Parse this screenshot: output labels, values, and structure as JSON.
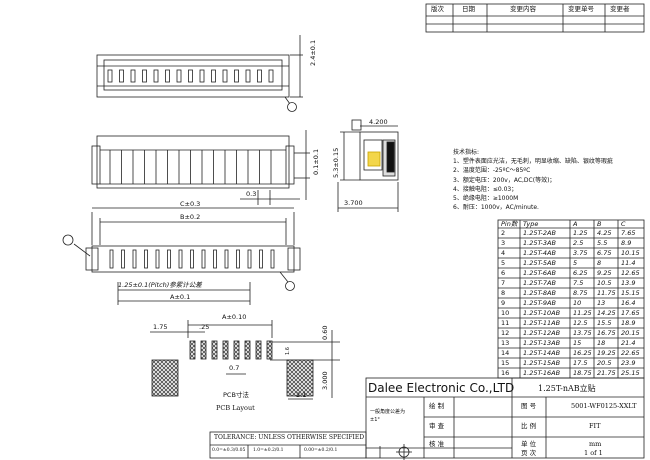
{
  "revision": {
    "headers": [
      "版次",
      "日期",
      "变更内容",
      "变更单号",
      "变更者"
    ]
  },
  "tech": {
    "title": "技术指标:",
    "lines": [
      "1、塑件表面应光洁，无毛刺，明显收缩、缺陷、银纹等瑕疵",
      "2、温度范围：-25ºC～85ºC",
      "3、额定电压：200v，AC,DC(等效)；",
      "4、接触电阻：≤0.03；",
      "5、绝缘电阻：≥1000M",
      "6、耐压：1000v，AC/minute."
    ]
  },
  "dims": {
    "d24": "2.4±0.1",
    "d42": "4.200",
    "d53": "5.3±0.15",
    "d01": "0.1±0.1",
    "d03": "0.3",
    "d37": "3.700",
    "c": "C±0.3",
    "b": "B±0.2",
    "pitch": "1.25±0.1(Pitch)参累计公差",
    "a01": "A±0.1",
    "a010": "A±0.10",
    "d175": "1.75",
    "d25": ".25",
    "d060": "0.60",
    "d16": "1.6",
    "d07": "0.7",
    "d3": "3.000",
    "d21": "2.1"
  },
  "pcb": {
    "label": "PCB寸法",
    "label_en": "PCB Layout"
  },
  "part_table": {
    "headers": [
      "Pin数",
      "Type",
      "A",
      "B",
      "C"
    ],
    "rows": [
      [
        "2",
        "1.25T-2AB",
        "1.25",
        "4.25",
        "7.65"
      ],
      [
        "3",
        "1.25T-3AB",
        "2.5",
        "5.5",
        "8.9"
      ],
      [
        "4",
        "1.25T-4AB",
        "3.75",
        "6.75",
        "10.15"
      ],
      [
        "5",
        "1.25T-5AB",
        "5",
        "8",
        "11.4"
      ],
      [
        "6",
        "1.25T-6AB",
        "6.25",
        "9.25",
        "12.65"
      ],
      [
        "7",
        "1.25T-7AB",
        "7.5",
        "10.5",
        "13.9"
      ],
      [
        "8",
        "1.25T-8AB",
        "8.75",
        "11.75",
        "15.15"
      ],
      [
        "9",
        "1.25T-9AB",
        "10",
        "13",
        "16.4"
      ],
      [
        "10",
        "1.25T-10AB",
        "11.25",
        "14.25",
        "17.65"
      ],
      [
        "11",
        "1.25T-11AB",
        "12.5",
        "15.5",
        "18.9"
      ],
      [
        "12",
        "1.25T-12AB",
        "13.75",
        "16.75",
        "20.15"
      ],
      [
        "13",
        "1.25T-13AB",
        "15",
        "18",
        "21.4"
      ],
      [
        "14",
        "1.25T-14AB",
        "16.25",
        "19.25",
        "22.65"
      ],
      [
        "15",
        "1.25T-15AB",
        "17.5",
        "20.5",
        "23.9"
      ],
      [
        "16",
        "1.25T-16AB",
        "18.75",
        "21.75",
        "25.15"
      ]
    ]
  },
  "title_block": {
    "company": "Dalee Electronic Co.,LTD",
    "product": "1.25T-nAB立贴",
    "general_tol_label": "一般角度公差为",
    "general_tol_val": "±1°",
    "drawn": "绘 制",
    "review": "审 查",
    "approve": "核 准",
    "drawing_no_label": "图 号",
    "drawing_no": "5001-WF0125-XXLT",
    "scale_label": "比 例",
    "scale": "FIT",
    "unit_label": "单 位",
    "unit": "mm",
    "page_label": "页 次",
    "page": "1 of 1",
    "tolerance": "TOLERANCE: UNLESS OTHERWISE SPECIFIED",
    "tol_1": "0.0=±0.3/0.05",
    "tol_2": "1.0=±0.2/0.1",
    "tol_3": "0.00=±0.2/0.1"
  }
}
